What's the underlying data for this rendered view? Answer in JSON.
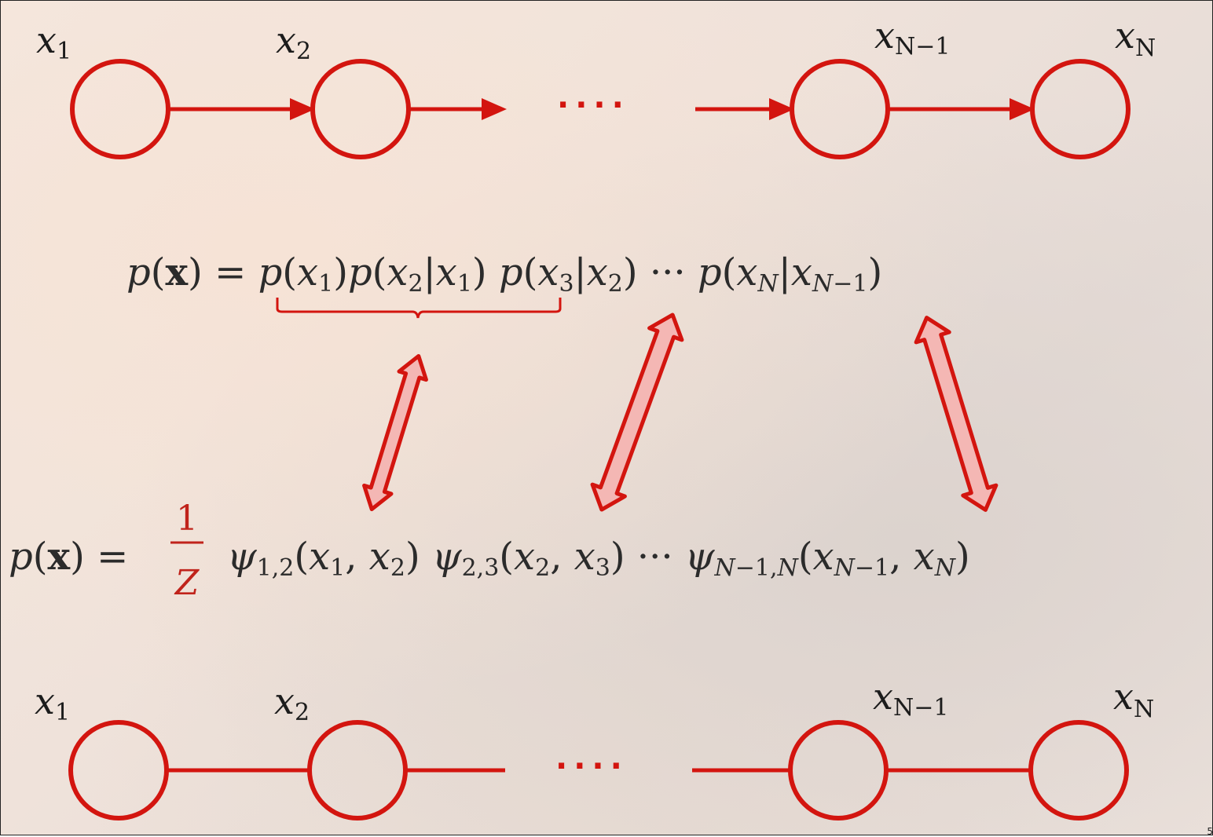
{
  "directed_graph": {
    "labels": [
      "x",
      "x",
      "x",
      "x"
    ],
    "subscripts": [
      "1",
      "2",
      "N−1",
      "N"
    ],
    "ellipsis": "····"
  },
  "undirected_graph": {
    "labels": [
      "x",
      "x",
      "x",
      "x"
    ],
    "subscripts": [
      "1",
      "2",
      "N−1",
      "N"
    ],
    "ellipsis": "····"
  },
  "equation_directed": {
    "lhs": "p(x) =",
    "terms": [
      "p(x₁)p(x₂|x₁)",
      "p(x₃|x₂)",
      "···",
      "p(x_N|x_{N−1})"
    ]
  },
  "equation_undirected": {
    "lhs": "p(x) =",
    "fraction_num": "1",
    "fraction_den": "Z",
    "terms": [
      "ψ₁,₂(x₁, x₂)",
      "ψ₂,₃(x₂, x₃)",
      "···",
      "ψ_{N−1,N}(x_{N−1}, x_N)"
    ]
  },
  "page_number": "5",
  "colors": {
    "accent_red": "#d3150f",
    "arrow_fill": "#f4b7b4",
    "text": "#2b2b2b"
  }
}
